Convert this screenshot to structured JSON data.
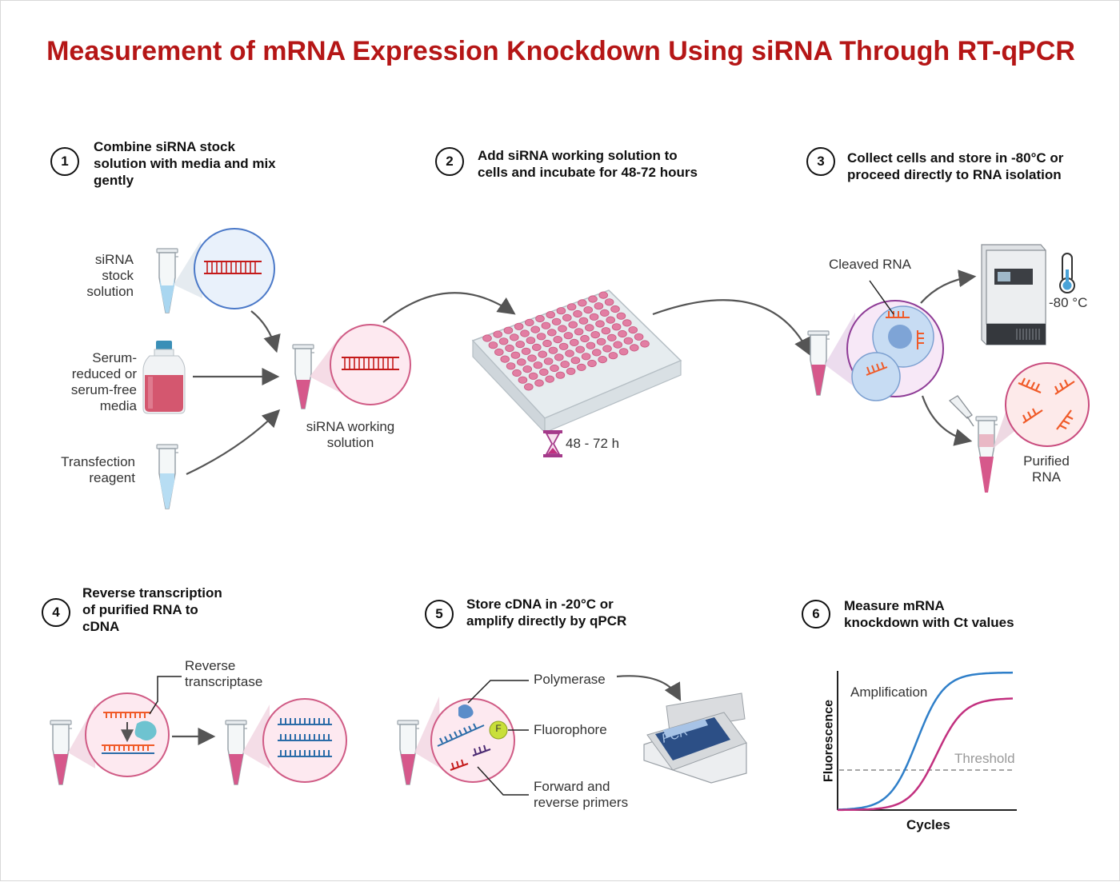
{
  "title": "Measurement of mRNA Expression Knockdown Using siRNA Through RT-qPCR",
  "steps": [
    {
      "number": "1",
      "text": "Combine siRNA stock solution with media and mix gently"
    },
    {
      "number": "2",
      "text": "Add siRNA working solution to cells and incubate for 48-72 hours"
    },
    {
      "number": "3",
      "text": "Collect cells and store in -80°C or proceed directly to RNA isolation"
    },
    {
      "number": "4",
      "text": "Reverse transcription of purified RNA to cDNA"
    },
    {
      "number": "5",
      "text": "Store cDNA in -20°C or amplify directly by qPCR"
    },
    {
      "number": "6",
      "text": "Measure mRNA knockdown with Ct values"
    }
  ],
  "step1_line1": "Combine siRNA stock",
  "step1_line2": "solution with media and mix",
  "step1_line3": "gently",
  "step2_line1": "Add siRNA working solution to",
  "step2_line2": "cells and incubate for 48-72 hours",
  "step3_line1": "Collect cells and store in -80°C or",
  "step3_line2": "proceed directly to RNA isolation",
  "step4_line1": "Reverse transcription",
  "step4_line2": "of purified RNA to",
  "step4_line3": "cDNA",
  "step5_line1": "Store cDNA in -20°C or",
  "step5_line2": "amplify directly by qPCR",
  "step6_line1": "Measure mRNA",
  "step6_line2": "knockdown with Ct values",
  "labels": {
    "sirna_stock_1": "siRNA",
    "sirna_stock_2": "stock",
    "sirna_stock_3": "solution",
    "media_1": "Serum-",
    "media_2": "reduced or",
    "media_3": "serum-free",
    "media_4": "media",
    "transfection_1": "Transfection",
    "transfection_2": "reagent",
    "working_1": "siRNA working",
    "working_2": "solution",
    "incubation": "48 - 72 h",
    "cleaved_rna": "Cleaved RNA",
    "temp": "-80 °C",
    "purified_1": "Purified",
    "purified_2": "RNA",
    "rt_1": "Reverse",
    "rt_2": "transcriptase",
    "polymerase": "Polymerase",
    "fluorophore": "Fluorophore",
    "fluor_letter": "F",
    "primers_1": "Forward and",
    "primers_2": "reverse primers",
    "pcr": "PCR"
  },
  "chart_data": {
    "type": "line",
    "xlabel": "Cycles",
    "ylabel": "Fluorescence",
    "annotations": [
      "Amplification",
      "Threshold"
    ],
    "series_colors": [
      "#2f7fc9",
      "#c2307f"
    ],
    "threshold_color": "#888888"
  },
  "colors": {
    "title": "#b51616",
    "pink": "#d6588b",
    "tube_blue": "#8ec7e8",
    "rna_red": "#c41a1a",
    "cleaved": "#f05a28",
    "cdna_blue": "#2b6ca8"
  }
}
